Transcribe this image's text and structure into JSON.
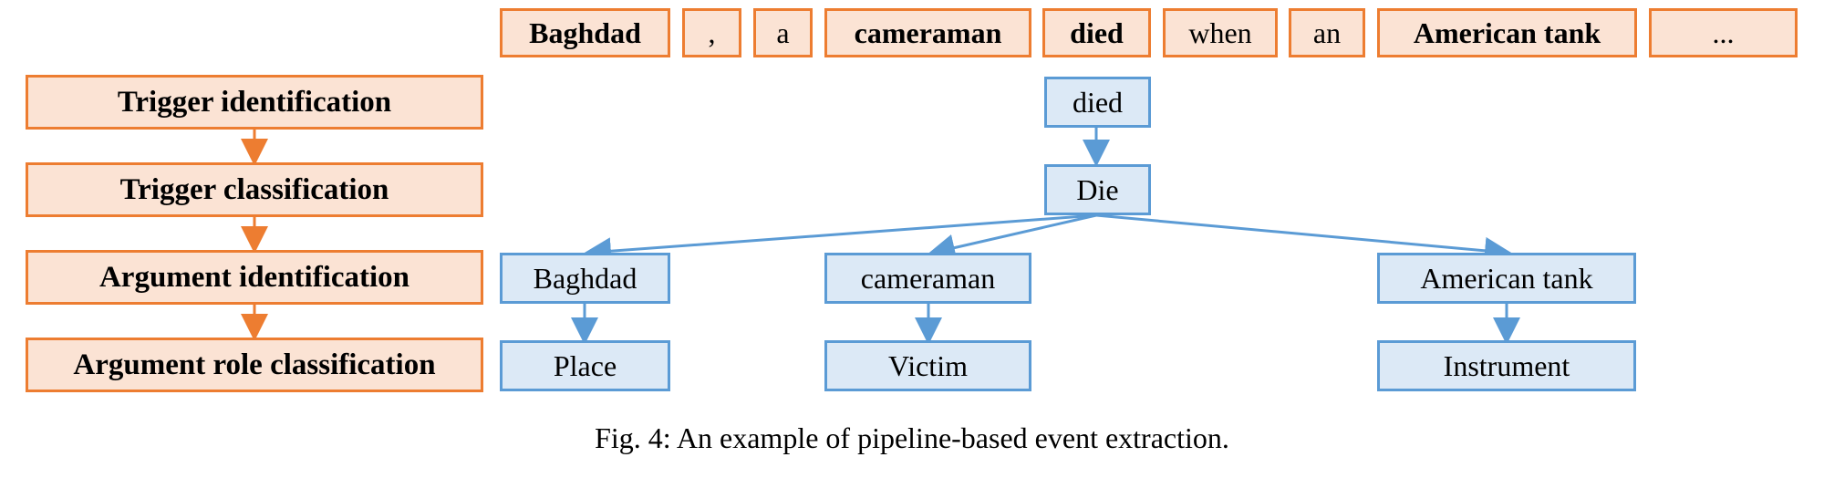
{
  "tokens": [
    {
      "text": "Baghdad",
      "bold": true
    },
    {
      "text": ",",
      "bold": false
    },
    {
      "text": "a",
      "bold": false
    },
    {
      "text": "cameraman",
      "bold": true
    },
    {
      "text": "died",
      "bold": true
    },
    {
      "text": "when",
      "bold": false
    },
    {
      "text": "an",
      "bold": false
    },
    {
      "text": "American tank",
      "bold": true
    },
    {
      "text": "...",
      "bold": false
    }
  ],
  "stages": [
    "Trigger identification",
    "Trigger classification",
    "Argument identification",
    "Argument role classification"
  ],
  "trigger": {
    "word": "died",
    "type": "Die"
  },
  "arguments": [
    {
      "span": "Baghdad",
      "role": "Place"
    },
    {
      "span": "cameraman",
      "role": "Victim"
    },
    {
      "span": "American tank",
      "role": "Instrument"
    }
  ],
  "caption": "Fig. 4: An example of pipeline-based event extraction.",
  "colors": {
    "orange_fill": "#fbe3d4",
    "orange_border": "#ed7d31",
    "blue_fill": "#dce9f6",
    "blue_border": "#5b9bd5"
  }
}
